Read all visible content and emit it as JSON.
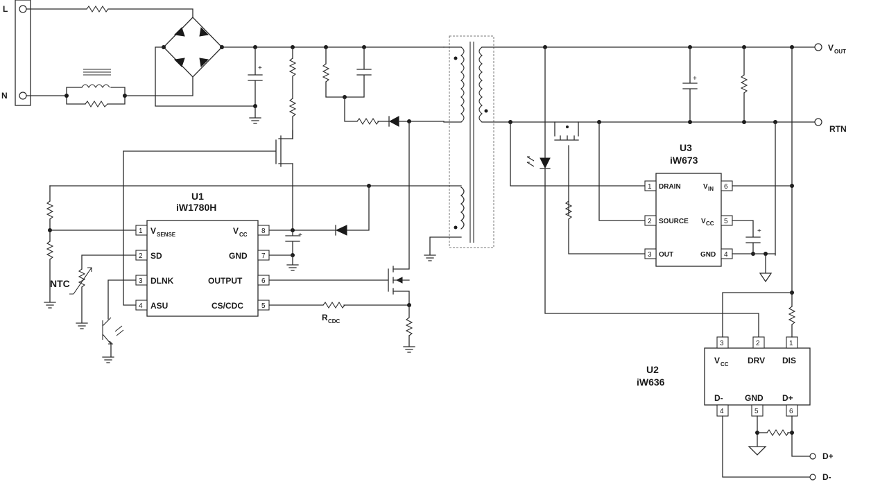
{
  "terminals": {
    "line": "L",
    "neutral": "N",
    "vout": "V",
    "vout_sub": "OUT",
    "rtn": "RTN",
    "dplus": "D+",
    "dminus": "D-"
  },
  "u1": {
    "ref": "U1",
    "part": "iW1780H",
    "pins": [
      {
        "num": "1",
        "name": "V",
        "sub": "SENSE"
      },
      {
        "num": "2",
        "name": "SD",
        "sub": ""
      },
      {
        "num": "3",
        "name": "DLNK",
        "sub": ""
      },
      {
        "num": "4",
        "name": "ASU",
        "sub": ""
      },
      {
        "num": "8",
        "name": "V",
        "sub": "CC"
      },
      {
        "num": "7",
        "name": "GND",
        "sub": ""
      },
      {
        "num": "6",
        "name": "OUTPUT",
        "sub": ""
      },
      {
        "num": "5",
        "name": "CS/CDC",
        "sub": ""
      }
    ]
  },
  "u3": {
    "ref": "U3",
    "part": "iW673",
    "pins": [
      {
        "num": "1",
        "name": "DRAIN",
        "sub": ""
      },
      {
        "num": "2",
        "name": "SOURCE",
        "sub": ""
      },
      {
        "num": "3",
        "name": "OUT",
        "sub": ""
      },
      {
        "num": "6",
        "name": "V",
        "sub": "IN"
      },
      {
        "num": "5",
        "name": "V",
        "sub": "CC"
      },
      {
        "num": "4",
        "name": "GND",
        "sub": ""
      }
    ]
  },
  "u2": {
    "ref": "U2",
    "part": "iW636",
    "pins": [
      {
        "num": "3",
        "name": "V",
        "sub": "CC"
      },
      {
        "num": "2",
        "name": "DRV",
        "sub": ""
      },
      {
        "num": "1",
        "name": "DIS",
        "sub": ""
      },
      {
        "num": "4",
        "name": "D-",
        "sub": ""
      },
      {
        "num": "5",
        "name": "GND",
        "sub": ""
      },
      {
        "num": "6",
        "name": "D+",
        "sub": ""
      }
    ]
  },
  "labels": {
    "ntc": "NTC",
    "rcdc": "R",
    "rcdc_sub": "CDC",
    "plus": "+"
  }
}
